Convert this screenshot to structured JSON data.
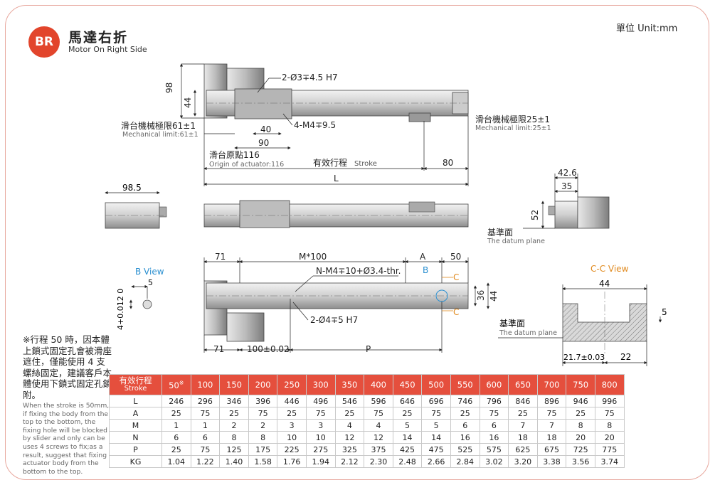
{
  "header": {
    "badge": "BR",
    "title_zh": "馬達右折",
    "title_en": "Motor On Right Side",
    "unit": "單位 Unit:mm"
  },
  "drawing": {
    "dim_98": "98",
    "dim_44_left": "44",
    "hole_note_1": "2-Ø3∓4.5 H7",
    "hole_note_2": "4-M4∓9.5",
    "dim_40": "40",
    "dim_90": "90",
    "mech_limit_left_zh": "滑台機械極限61±1",
    "mech_limit_left_en": "Mechanical limit:61±1",
    "mech_limit_right_zh": "滑台機械極限25±1",
    "mech_limit_right_en": "Mechanical limit:25±1",
    "origin_zh": "滑台原點116",
    "origin_en": "Origin of actuator:116",
    "stroke_zh": "有效行程",
    "stroke_en": "Stroke",
    "dim_80": "80",
    "dim_L": "L",
    "dim_98_5": "98.5",
    "dim_42_6": "42.6",
    "dim_35": "35",
    "dim_52": "52",
    "datum_zh": "基準面",
    "datum_en": "The datum plane",
    "dim_71_top": "71",
    "dim_M100": "M*100",
    "dim_A": "A",
    "dim_50": "50",
    "thread_note": "N-M4∓10+Ø3.4-thr.",
    "label_B": "B",
    "label_C_top": "C",
    "label_C_bot": "C",
    "dim_36": "36",
    "dim_44_mid": "44",
    "hole_note_3": "2-Ø4∓5 H7",
    "dim_71_bot": "71",
    "dim_100": "100±0.02",
    "dim_P": "P",
    "b_view": "B View",
    "b_view_dim_5": "5",
    "b_view_tol": "4+0.012 0",
    "cc_view": "C-C View",
    "cc_dim_44": "44",
    "cc_dim_5": "5",
    "cc_datum_zh": "基準面",
    "cc_datum_en": "The datum plane",
    "cc_dim_21_7": "21.7±0.03",
    "cc_dim_22": "22"
  },
  "note": {
    "zh": "※行程 50 時，因本體上鎖式固定孔會被滑座遮住，僅能使用 4 支螺絲固定，建議客戶本體使用下鎖式固定孔鎖附。",
    "en": "When the stroke is 50mm, if fixing the body from the top to the bottom, the fixing hole will be blocked by slider and only can be uses 4 screws to fix;as a result, suggest that fixing actuator body from the bottom to the top."
  },
  "table": {
    "header_zh": "有效行程",
    "header_en": "Stroke",
    "star": "※",
    "strokes": [
      "50",
      "100",
      "150",
      "200",
      "250",
      "300",
      "350",
      "400",
      "450",
      "500",
      "550",
      "600",
      "650",
      "700",
      "750",
      "800"
    ],
    "rows": [
      {
        "label": "L",
        "values": [
          "246",
          "296",
          "346",
          "396",
          "446",
          "496",
          "546",
          "596",
          "646",
          "696",
          "746",
          "796",
          "846",
          "896",
          "946",
          "996"
        ]
      },
      {
        "label": "A",
        "values": [
          "25",
          "75",
          "25",
          "75",
          "25",
          "75",
          "25",
          "75",
          "25",
          "75",
          "25",
          "75",
          "25",
          "75",
          "25",
          "75"
        ]
      },
      {
        "label": "M",
        "values": [
          "1",
          "1",
          "2",
          "2",
          "3",
          "3",
          "4",
          "4",
          "5",
          "5",
          "6",
          "6",
          "7",
          "7",
          "8",
          "8"
        ]
      },
      {
        "label": "N",
        "values": [
          "6",
          "6",
          "8",
          "8",
          "10",
          "10",
          "12",
          "12",
          "14",
          "14",
          "16",
          "16",
          "18",
          "18",
          "20",
          "20"
        ]
      },
      {
        "label": "P",
        "values": [
          "25",
          "75",
          "125",
          "175",
          "225",
          "275",
          "325",
          "375",
          "425",
          "475",
          "525",
          "575",
          "625",
          "675",
          "725",
          "775"
        ]
      },
      {
        "label": "KG",
        "values": [
          "1.04",
          "1.22",
          "1.40",
          "1.58",
          "1.76",
          "1.94",
          "2.12",
          "2.30",
          "2.48",
          "2.66",
          "2.84",
          "3.02",
          "3.20",
          "3.38",
          "3.56",
          "3.74"
        ]
      }
    ]
  },
  "colors": {
    "accent": "#e2452c",
    "table_header": "#e54f3d",
    "frame": "#e8a89e",
    "blue_label": "#2a8fd0",
    "orange_label": "#e0891d"
  }
}
